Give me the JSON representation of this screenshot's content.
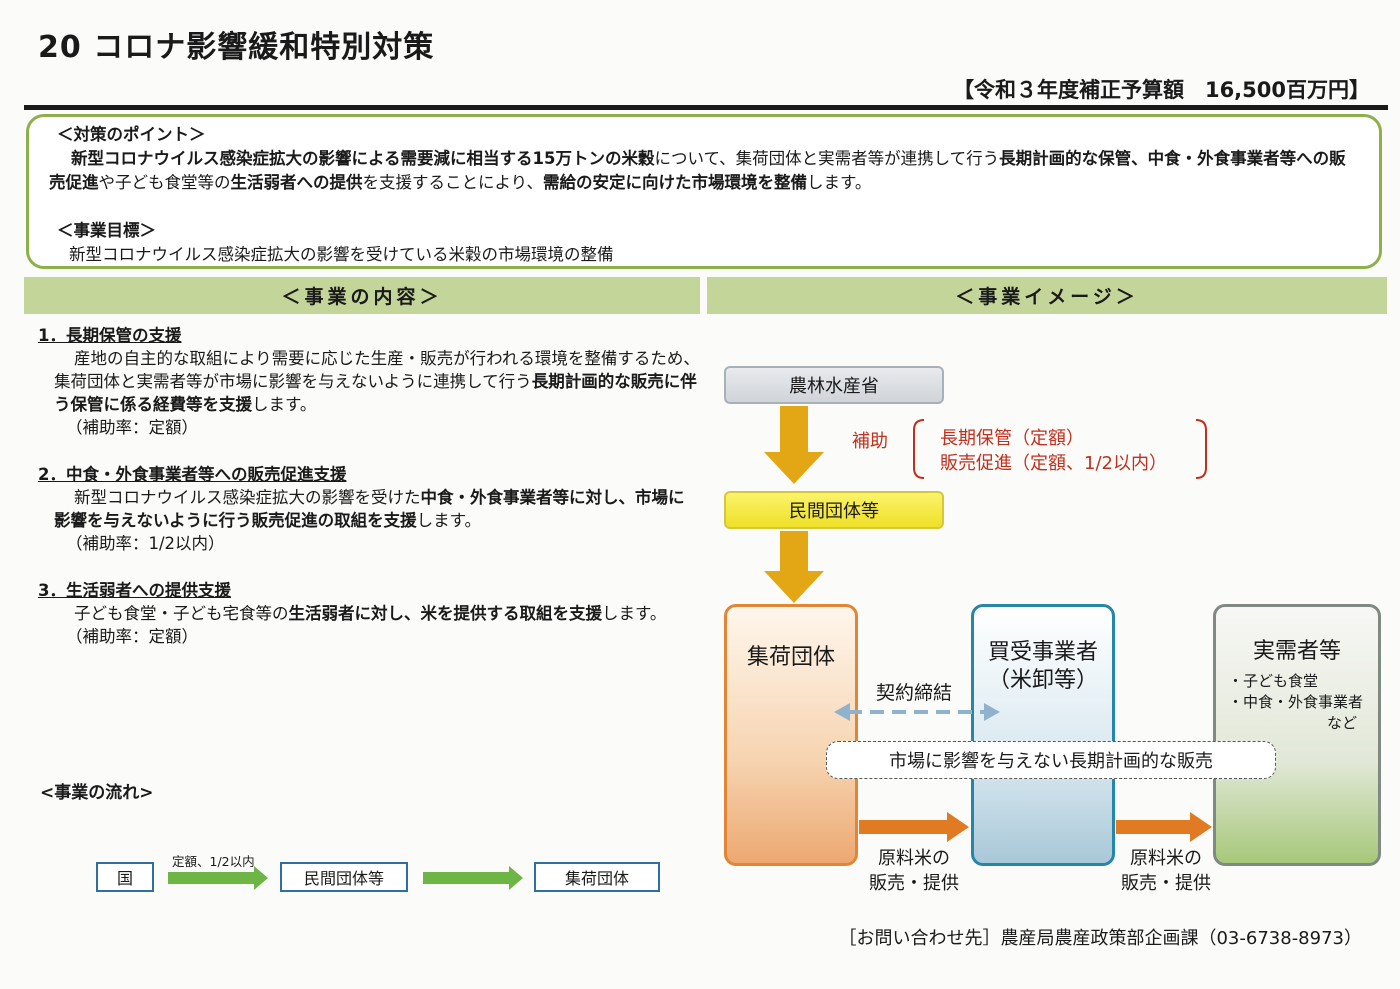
{
  "header": {
    "title": "20 コロナ影響緩和特別対策",
    "budget": "【令和３年度補正予算額　16,500百万円】"
  },
  "points": {
    "heading": "＜対策のポイント＞",
    "line1_b1": "新型コロナウイルス感染症拡大の影響による需要減に相当する15万トンの米穀",
    "line1_t1": "について、集荷団体と実需者等が連携して行う",
    "line1_b2": "長期計画的な保管、中食・外食事業者等への販売促進",
    "line1_t2": "や子ども食堂等の",
    "line1_b3": "生活弱者への提供",
    "line1_t3": "を支援することにより、",
    "line1_b4": "需給の安定に向けた市場環境を整備",
    "line1_t4": "します。",
    "goal_heading": "＜事業目標＞",
    "goal_text": "新型コロナウイルス感染症拡大の影響を受けている米穀の市場環境の整備"
  },
  "bands": {
    "content": "＜事業の内容＞",
    "image": "＜事業イメージ＞"
  },
  "content": {
    "s1_title": "1．長期保管の支援",
    "s1_t1": "産地の自主的な取組により需要に応じた生産・販売が行われる環境を整備するため、集荷団体と実需者等が市場に影響を与えないように連携して行う",
    "s1_b1": "長期計画的な販売に伴う保管に係る経費等を支援",
    "s1_t2": "します。",
    "s1_rate": "（補助率：定額）",
    "s2_title": "2．中食・外食事業者等への販売促進支援",
    "s2_t1": "新型コロナウイルス感染症拡大の影響を受けた",
    "s2_b1": "中食・外食事業者等に対し、市場に影響を与えないように行う販売促進の取組を支援",
    "s2_t2": "します。",
    "s2_rate": "（補助率：1/2以内）",
    "s3_title": "3．生活弱者への提供支援",
    "s3_t1": "子ども食堂・子ども宅食等の",
    "s3_b1": "生活弱者に対し、米を提供する取組を支援",
    "s3_t2": "します。",
    "s3_rate": "（補助率：定額）"
  },
  "flow": {
    "heading": "<事業の流れ>",
    "node1": "国",
    "rate": "定額、1/2以内",
    "node2": "民間団体等",
    "node3": "集荷団体"
  },
  "diagram": {
    "gov": "農林水産省",
    "aid_label": "補助",
    "aid_item1": "長期保管（定額）",
    "aid_item2": "販売促進（定額、1/2以内）",
    "private": "民間団体等",
    "collector": "集荷団体",
    "buyer_line1": "買受事業者",
    "buyer_line2": "（米卸等）",
    "user": "実需者等",
    "user_item1": "・子ども食堂",
    "user_item2": "・中食・外食事業者",
    "user_item3": "など",
    "contract": "契約締結",
    "market": "市場に影響を与えない長期計画的な販売",
    "supply1_line1": "原料米の",
    "supply1_line2": "販売・提供",
    "supply2_line1": "原料米の",
    "supply2_line2": "販売・提供",
    "colors": {
      "collector_border": "#e08636",
      "buyer_border": "#2686a8",
      "user_border": "#7e8a82",
      "arrow_gold": "#e3a716",
      "arrow_orange": "#e07a23",
      "aid_red": "#c0301f"
    }
  },
  "contact": "［お問い合わせ先］農産局農産政策部企画課（03-6738-8973）"
}
